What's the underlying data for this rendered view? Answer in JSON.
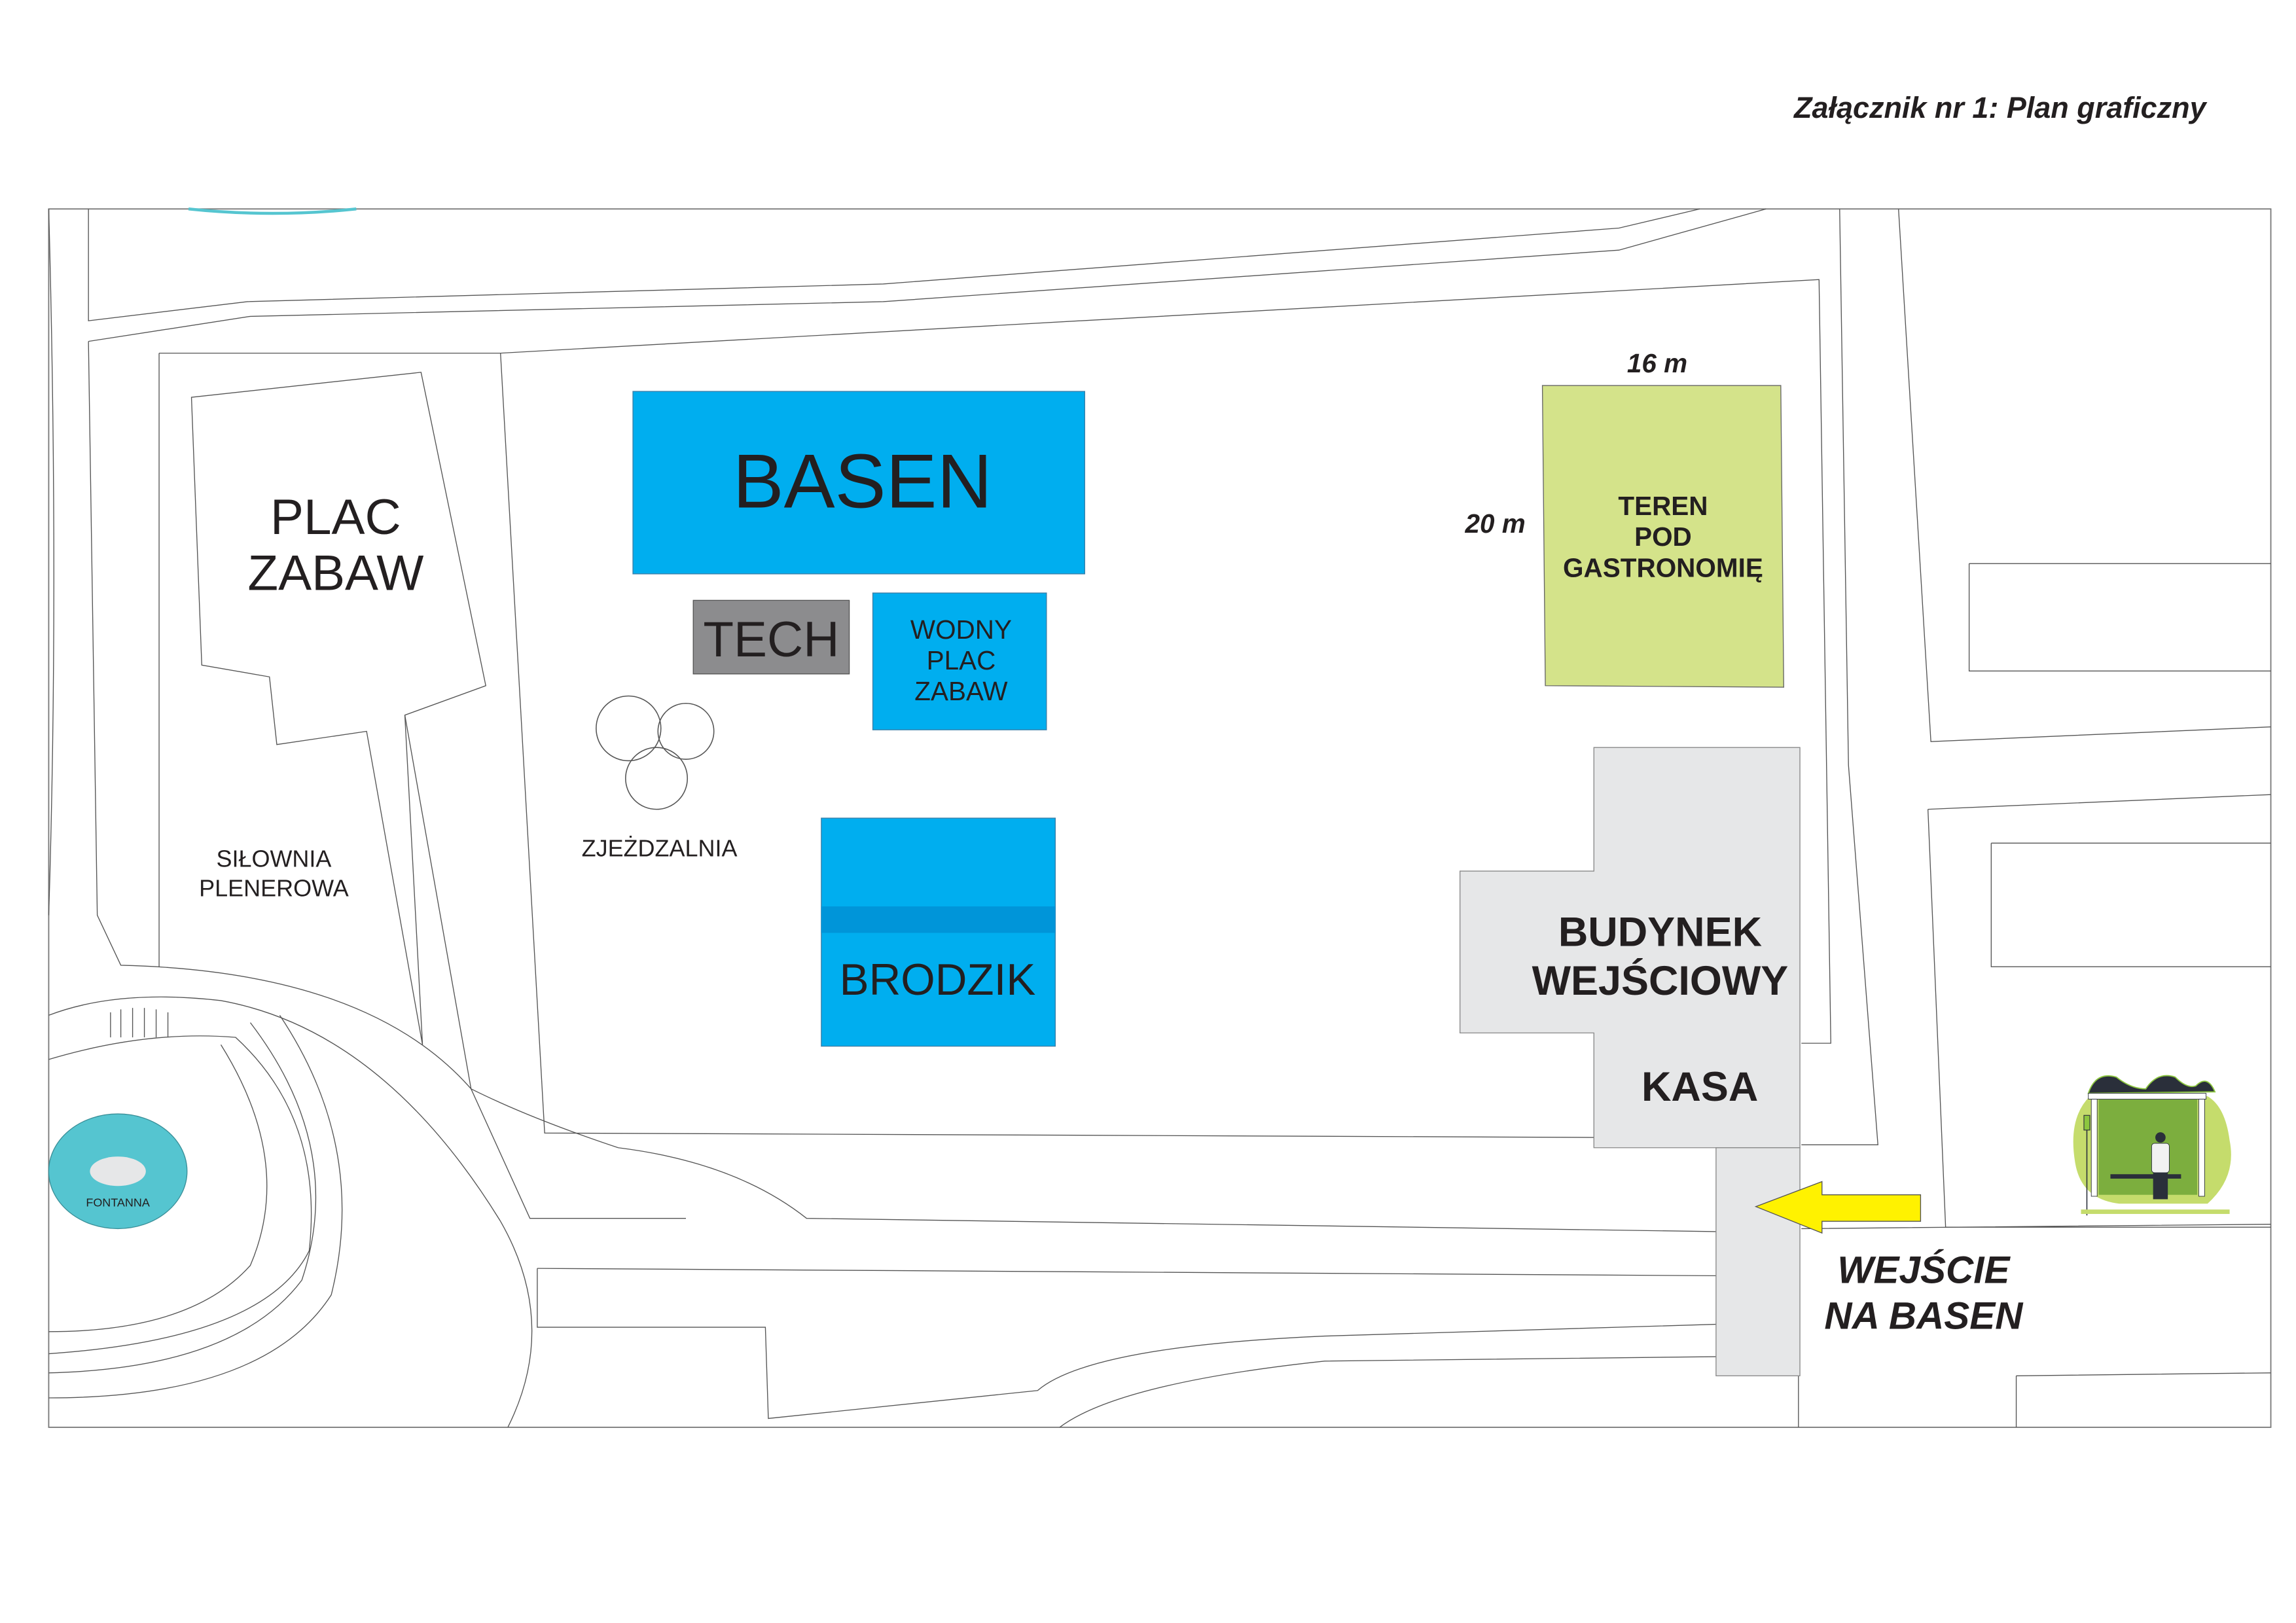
{
  "title": "Załącznik nr 1: Plan graficzny",
  "areas": {
    "basen": "BASEN",
    "tech": "TECH",
    "wodny_plac_zabaw": [
      "WODNY",
      "PLAC",
      "ZABAW"
    ],
    "brodzik": "BRODZIK",
    "plac_zabaw": [
      "PLAC",
      "ZABAW"
    ],
    "silownia": [
      "SIŁOWNIA",
      "PLENEROWA"
    ],
    "zjezdzalnia": "ZJEŻDZALNIA",
    "fontanna": "FONTANNA",
    "gastronomia": [
      "TEREN",
      "POD",
      "GASTRONOMIĘ"
    ],
    "gastronomia_width": "16 m",
    "gastronomia_height": "20 m",
    "budynek": [
      "BUDYNEK",
      "WEJŚCIOWY"
    ],
    "kasa": "KASA",
    "wejscie": [
      "WEJŚCIE",
      "NA BASEN"
    ]
  },
  "colors": {
    "pool": "#00aeef",
    "pool_dark": "#0095d9",
    "tech": "#8c8c8e",
    "gastro": "#d4e38a",
    "building": "#e6e7e8",
    "fountain": "#55c5d0",
    "arrow": "#fff200"
  }
}
